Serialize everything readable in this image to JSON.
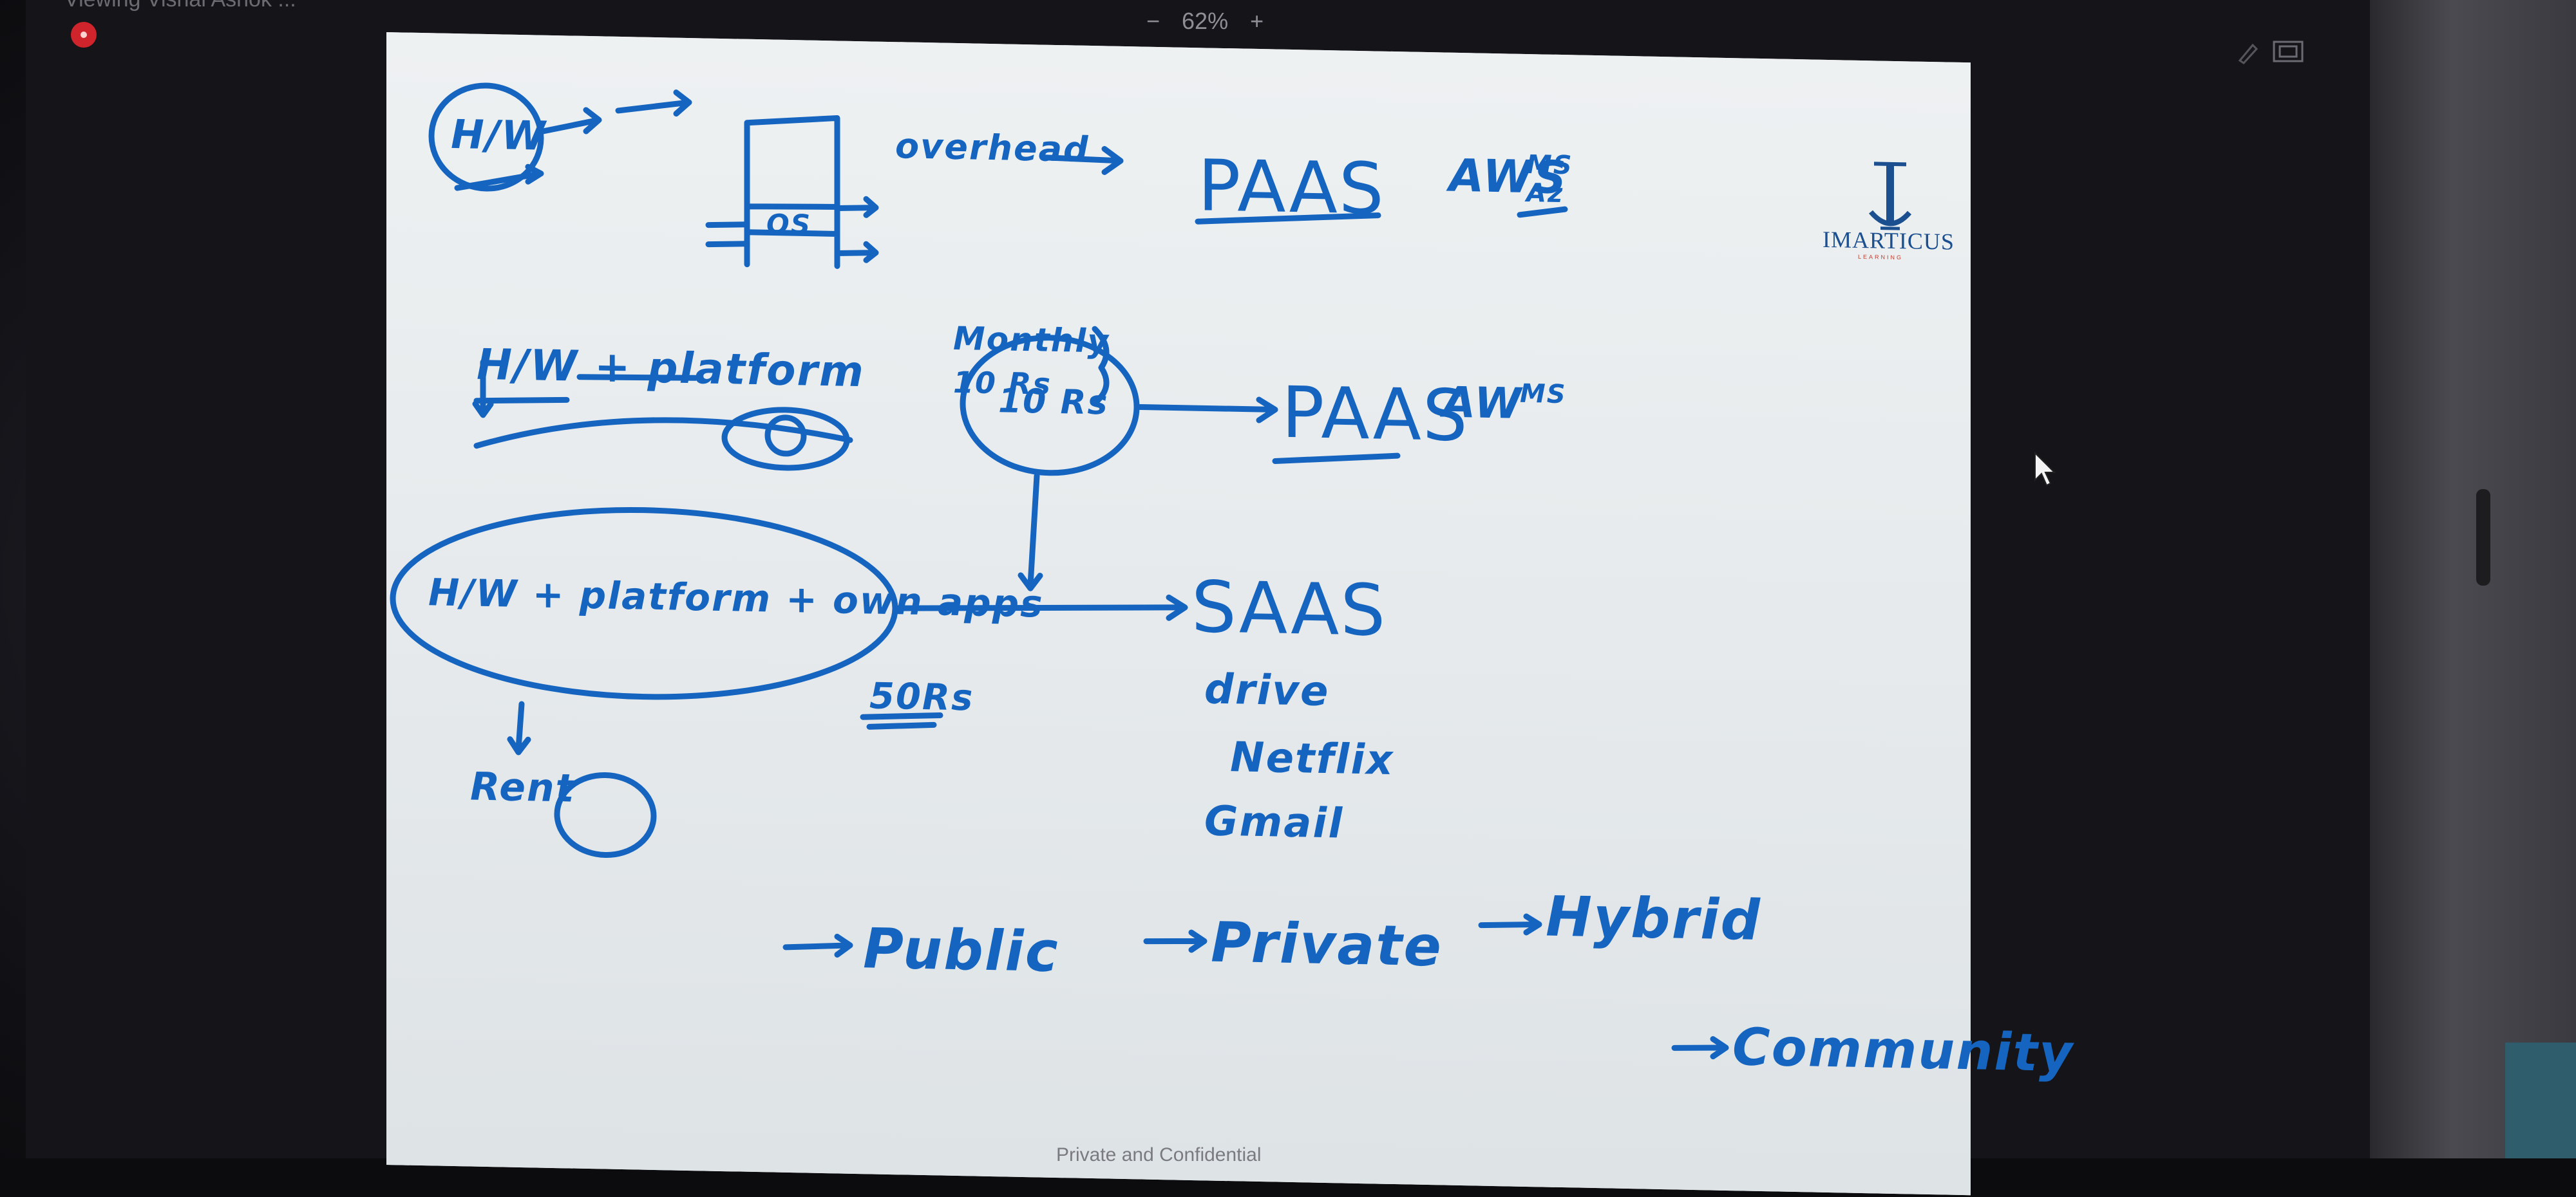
{
  "window": {
    "title": "Viewing Vishal Ashok ...",
    "zoom_out": "−",
    "zoom_level": "62%",
    "zoom_in": "+"
  },
  "whiteboard": {
    "row1": {
      "hw": "H/W",
      "arrow": "→",
      "box_os": "OS",
      "overhead": "overhead",
      "paas": "PAAS",
      "aws": "AWS",
      "ms_az": "MS Az"
    },
    "row2": {
      "hw_platform": "H/W + platform",
      "monthly": "Monthly",
      "rs_10": "10 Rs",
      "circle_10rs": "10 Rs",
      "paas": "PAAS",
      "aws": "AW",
      "ms": "MS"
    },
    "row3": {
      "hw_platform_apps": "H/W + platform + own apps",
      "saas": "SAAS",
      "rs_50": "50Rs",
      "examples": [
        "drive",
        "Netflix",
        "Gmail"
      ],
      "rent": "Rent"
    },
    "row4": {
      "deployment": [
        "Public",
        "Private",
        "Hybrid",
        "Community"
      ]
    }
  },
  "logo": {
    "name": "IMARTICUS",
    "sub": "LEARNING"
  },
  "footer": {
    "text": "Private and Confidential"
  },
  "colors": {
    "ink": "#1565c0",
    "board": "#e8ecee",
    "rec": "#d0242c"
  }
}
